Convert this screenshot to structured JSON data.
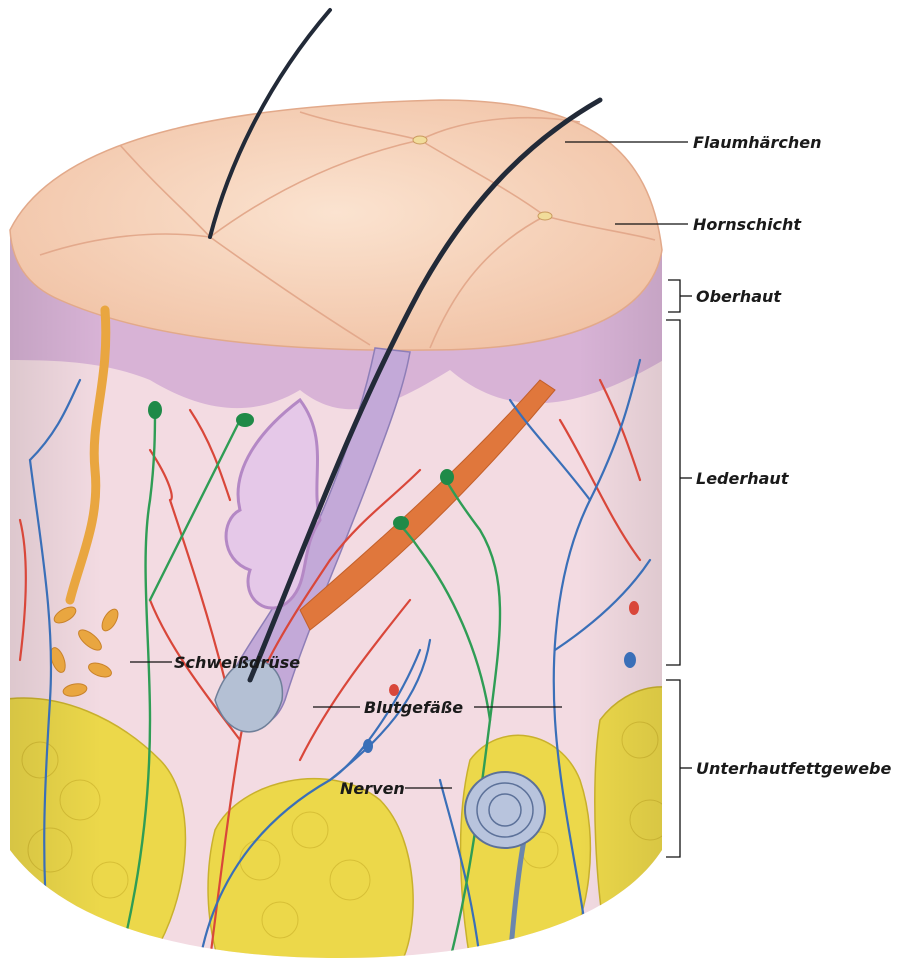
{
  "labels": {
    "flaum": "Flaumhärchen",
    "horn": "Hornschicht",
    "oberhaut": "Oberhaut",
    "lederhaut": "Lederhaut",
    "unterhaut": "Unterhautfettgewebe",
    "schweiss": "Schweißdrüse",
    "blut": "Blutgefäße",
    "nerven": "Nerven"
  },
  "colors": {
    "skin_top": "#f6d2b8",
    "epidermis": "#d8b3d6",
    "dermis": "#f3dbe2",
    "fat": "#ecd84a",
    "artery": "#d9473a",
    "vein": "#3a6fb8",
    "nerve": "#2f9d55",
    "gland": "#e9a640",
    "muscle": "#e0773c",
    "hair": "#222a38"
  }
}
